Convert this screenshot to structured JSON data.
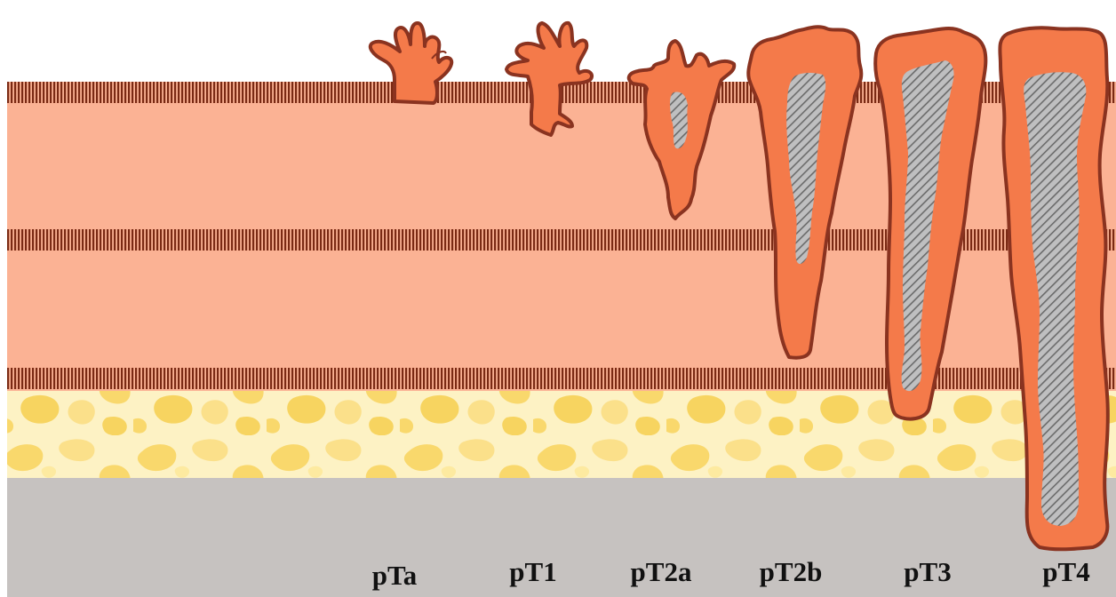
{
  "stages": [
    {
      "id": "pTa",
      "label": "pTa"
    },
    {
      "id": "pT1",
      "label": "pT1"
    },
    {
      "id": "pT2a",
      "label": "pT2a"
    },
    {
      "id": "pT2b",
      "label": "pT2b"
    },
    {
      "id": "pT3",
      "label": "pT3"
    },
    {
      "id": "pT4",
      "label": "pT4"
    }
  ],
  "colors": {
    "muscle_layer": "#fbb294",
    "membrane_stripe": "#7a2a14",
    "fat_base": "#fdf2c4",
    "fat_blobs": "#f9d86c",
    "bone_layer": "#c6c2c0",
    "tumor_fill": "#f47a4a",
    "tumor_outline": "#8a3320",
    "necrosis_fill": "#bfbfc0",
    "necrosis_hatch": "#6b6b6b"
  },
  "icons": {
    "fat_texture": "yellow-blob-pattern",
    "tumor_core": "grey-hatched-core"
  }
}
